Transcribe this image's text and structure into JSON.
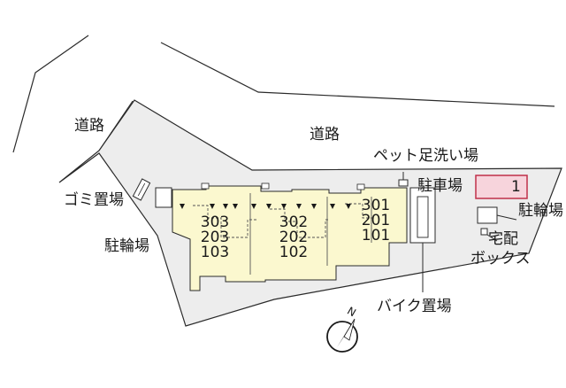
{
  "labels": {
    "road_left": "道路",
    "road_top": "道路",
    "pet_foot_wash": "ペット足洗い場",
    "parking": "駐車場",
    "parking_space_number": "1",
    "garbage": "ゴミ置場",
    "bicycle_left": "駐輪場",
    "bicycle_right": "駐輪場",
    "delivery_box_line1": "宅配",
    "delivery_box_line2": "ボックス",
    "motorbike": "バイク置場",
    "north": "N"
  },
  "units": {
    "left": [
      "303",
      "203",
      "103"
    ],
    "middle": [
      "302",
      "202",
      "102"
    ],
    "right": [
      "301",
      "201",
      "101"
    ]
  },
  "colors": {
    "site": "#ededed",
    "building": "#fbf8cf",
    "parking_fill": "#f7d4dc",
    "parking_stroke": "#c0304a",
    "line": "#2a2a2a"
  }
}
